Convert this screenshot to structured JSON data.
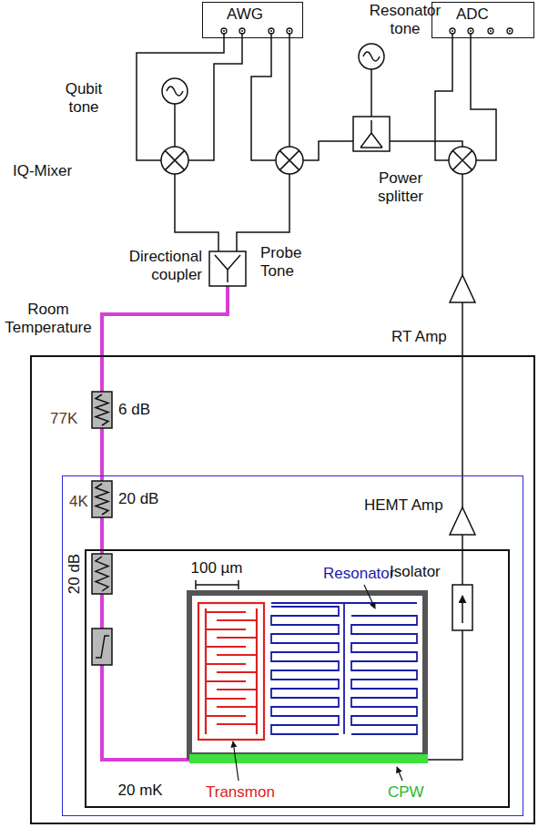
{
  "diagram": {
    "nodes": [
      {
        "text": [
          "AWG"
        ]
      },
      {
        "text": [
          "ADC"
        ]
      },
      {
        "text": [
          "77K"
        ]
      },
      {
        "text": [
          "4K"
        ],
        "in": 2
      },
      {
        "text": [
          "20 mK"
        ],
        "in": 3
      }
    ],
    "labels": [
      "Resonator tone",
      "Qubit tone",
      "IQ-Mixer",
      "Power splitter",
      "Probe Tone",
      "Directional coupler",
      "Room Temperature",
      "RT Amp",
      "6 dB",
      "20 dB",
      "HEMT Amp",
      "20 dB",
      "100 µm",
      "Resonator",
      "Isolator",
      "Transmon",
      "CPW"
    ]
  }
}
